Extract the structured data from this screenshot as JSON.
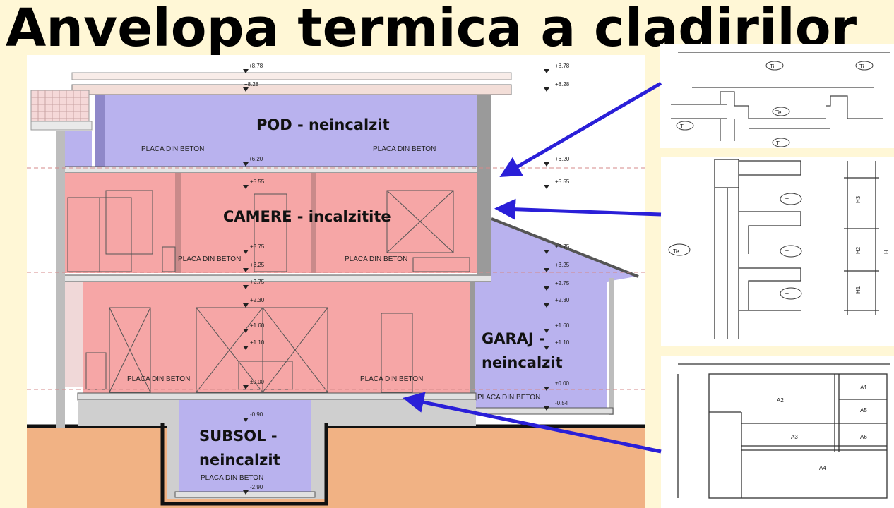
{
  "title": "Anvelopa termica a cladirilor",
  "zones": {
    "pod": "POD - neincalzit",
    "camere": "CAMERE - incalzitite",
    "garaj_line1": "GARAJ -",
    "garaj_line2": "neincalzit",
    "subsol_line1": "SUBSOL -",
    "subsol_line2": "neincalzit"
  },
  "slab_label": "PLACA DIN BETON",
  "elevations_left": [
    "+8.78",
    "+8.28",
    "+6.20",
    "+5.55",
    "+3.75",
    "+3.25",
    "+2.75",
    "+2.30",
    "+1.60",
    "+1.10",
    "±0.00",
    "-0.90",
    "-2.90"
  ],
  "elevations_right": [
    "+8.78",
    "+8.28",
    "+6.20",
    "+5.55",
    "+3.75",
    "+3.25",
    "+2.75",
    "+2.30",
    "+1.60",
    "+1.10",
    "±0.00",
    "-0.54"
  ],
  "detail_labels": {
    "d1": [
      "Ti",
      "Ti",
      "Ti",
      "Te",
      "Ti"
    ],
    "d2": [
      "Te",
      "Ti",
      "Ti",
      "Ti",
      "H3",
      "H2",
      "H1",
      "H"
    ],
    "d3": [
      "A1",
      "A2",
      "A3",
      "A4",
      "A5",
      "A6"
    ]
  },
  "colors": {
    "heated": "#f6a6a6",
    "unheated": "#b9b2ee",
    "arrow": "#2a1fd8",
    "ground": "#f1b284",
    "background": "#fff7d6"
  }
}
